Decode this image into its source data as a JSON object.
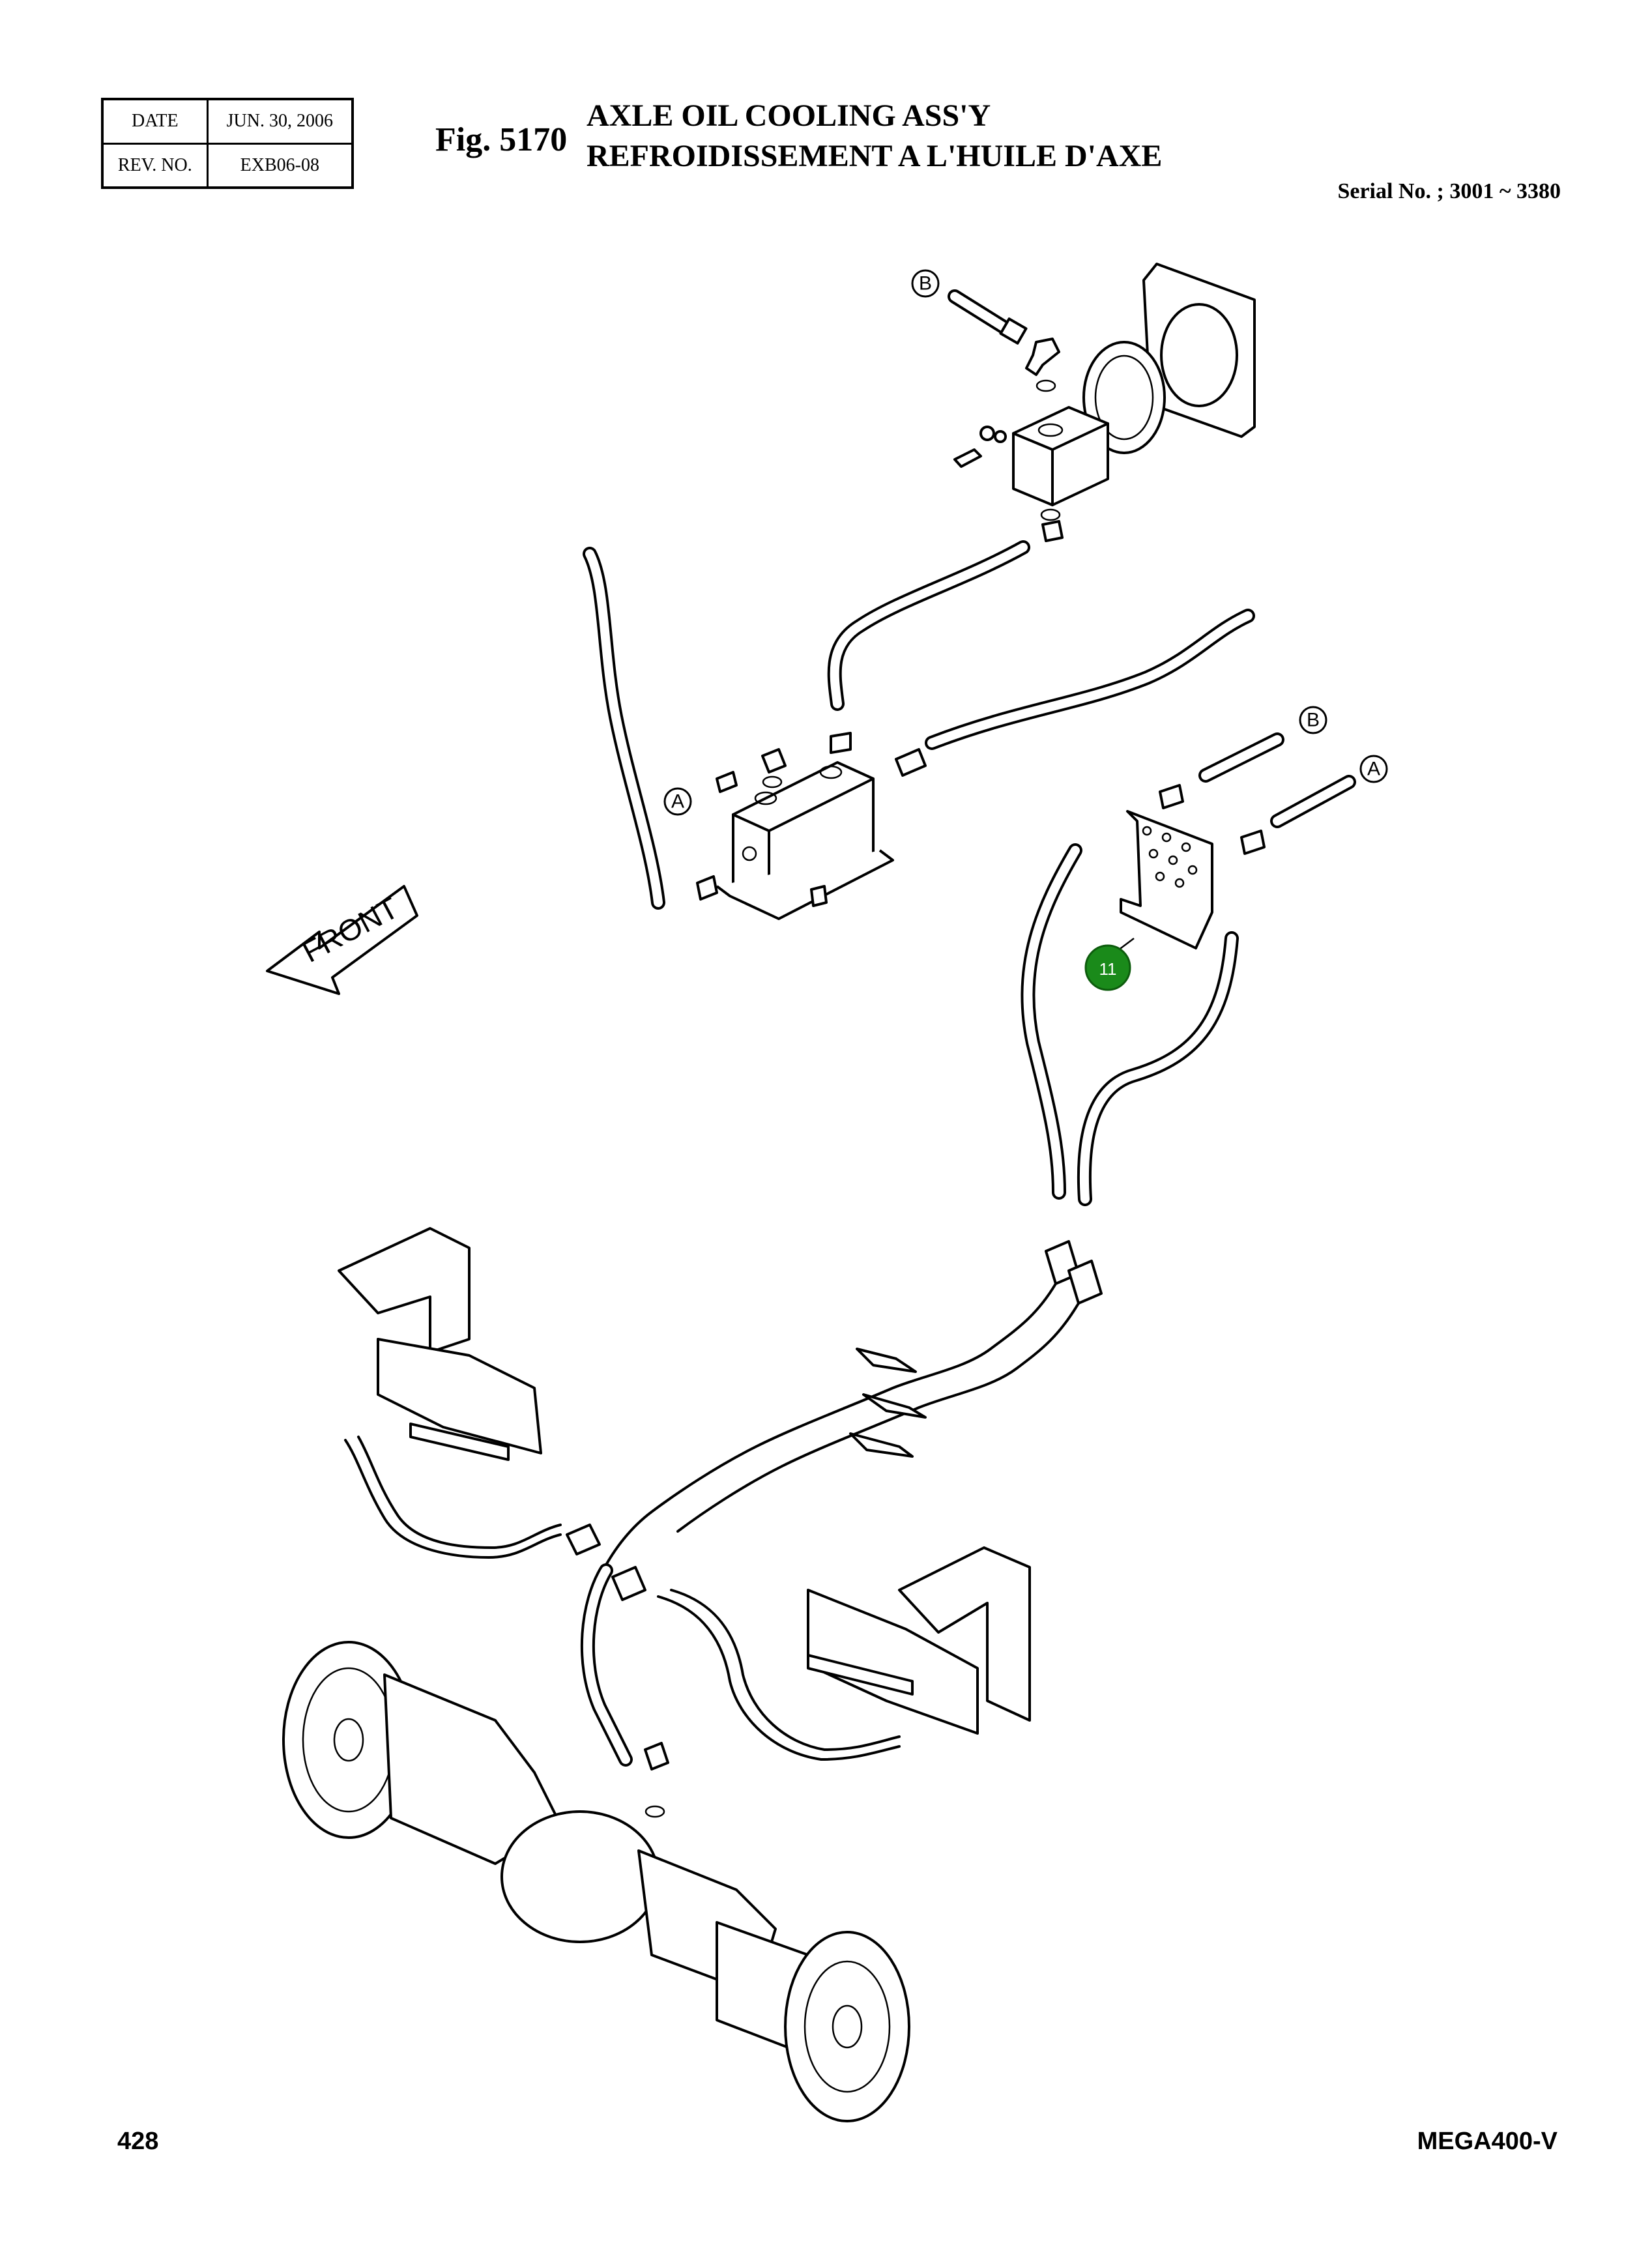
{
  "header": {
    "date_label": "DATE",
    "date_value": "JUN. 30, 2006",
    "rev_label": "REV. NO.",
    "rev_value": "EXB06-08"
  },
  "figure": {
    "number": "Fig. 5170",
    "title_en": "AXLE OIL COOLING ASS'Y",
    "title_fr": "REFROIDISSEMENT A L'HUILE D'AXE",
    "serial": "Serial No. ; 3001 ~ 3380"
  },
  "diagram": {
    "direction_label": "FRONT",
    "connection_labels": [
      "A",
      "B"
    ],
    "part_callout": {
      "number": "11",
      "color": "#1a8a1a"
    }
  },
  "footer": {
    "page_number": "428",
    "model": "MEGA400-V"
  }
}
